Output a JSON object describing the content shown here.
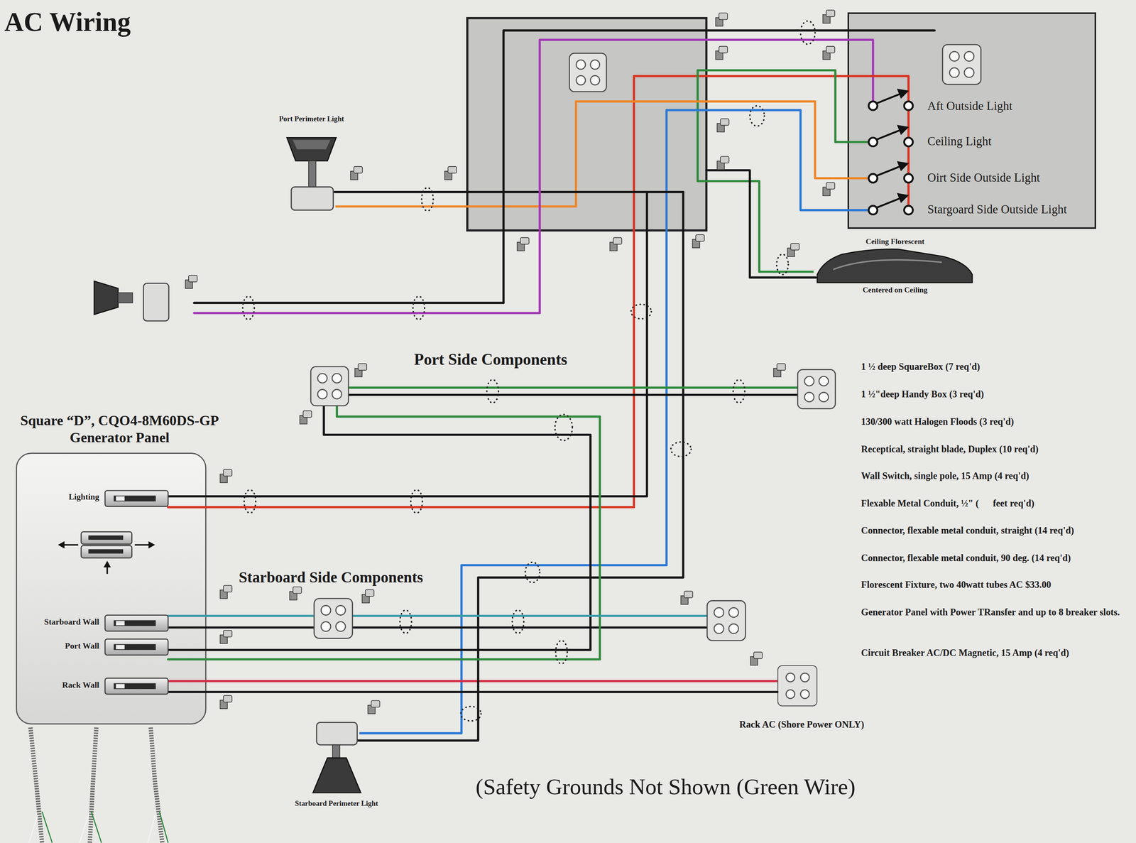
{
  "diagram": {
    "title": "AC Wiring",
    "caption": "(Safety Grounds Not Shown (Green Wire)",
    "nodes": [
      {
        "text": [
          "Square “D”, CQO4-8M60DS-GP Generator Panel"
        ]
      },
      {
        "text": [
          "Aft Outside Light",
          "Ceiling Light",
          "Oirt Side Outside Light",
          "Stargoard Side Outside Light"
        ]
      },
      {
        "text": [
          "Ceiling Florescent",
          "Centered on Ceiling"
        ]
      },
      {
        "text": [
          "Rack AC (Shore Power ONLY)"
        ]
      },
      {
        "text": [
          "Port Perimeter Light"
        ]
      },
      {
        "text": [
          "Starboard Perimeter Light"
        ]
      }
    ],
    "edges": [
      {
        "from": 0,
        "to": 1,
        "arrow": "none"
      },
      {
        "from": 1,
        "to": 2,
        "arrow": "none"
      },
      {
        "from": 1,
        "to": 4,
        "arrow": "none"
      },
      {
        "from": 1,
        "to": 5,
        "arrow": "none"
      },
      {
        "from": 0,
        "to": 3,
        "arrow": "none"
      }
    ],
    "labels": [
      "Port Side Components",
      "Starboard Side Components",
      "1 ½ deep SquareBox (7 req'd)",
      "1 ½\"deep Handy Box (3 req'd)",
      "130/300 watt Halogen Floods (3 req'd)",
      "Receptical, straight blade, Duplex (10 req'd)",
      "Wall Switch, single pole, 15 Amp (4 req'd)",
      "Flexable Metal Conduit, ½\" (      feet req'd)",
      "Connector, flexable metal conduit, straight (14 req'd)",
      "Connector, flexable metal conduit, 90 deg. (14 req'd)",
      "Florescent Fixture, two 40watt tubes AC $33.00",
      "Generator Panel with Power TRansfer and up to 8 breaker slots.",
      "Circuit Breaker AC/DC Magnetic, 15 Amp (4 req'd)",
      "Lighting",
      "Starboard Wall",
      "Port Wall",
      "Rack Wall"
    ]
  }
}
